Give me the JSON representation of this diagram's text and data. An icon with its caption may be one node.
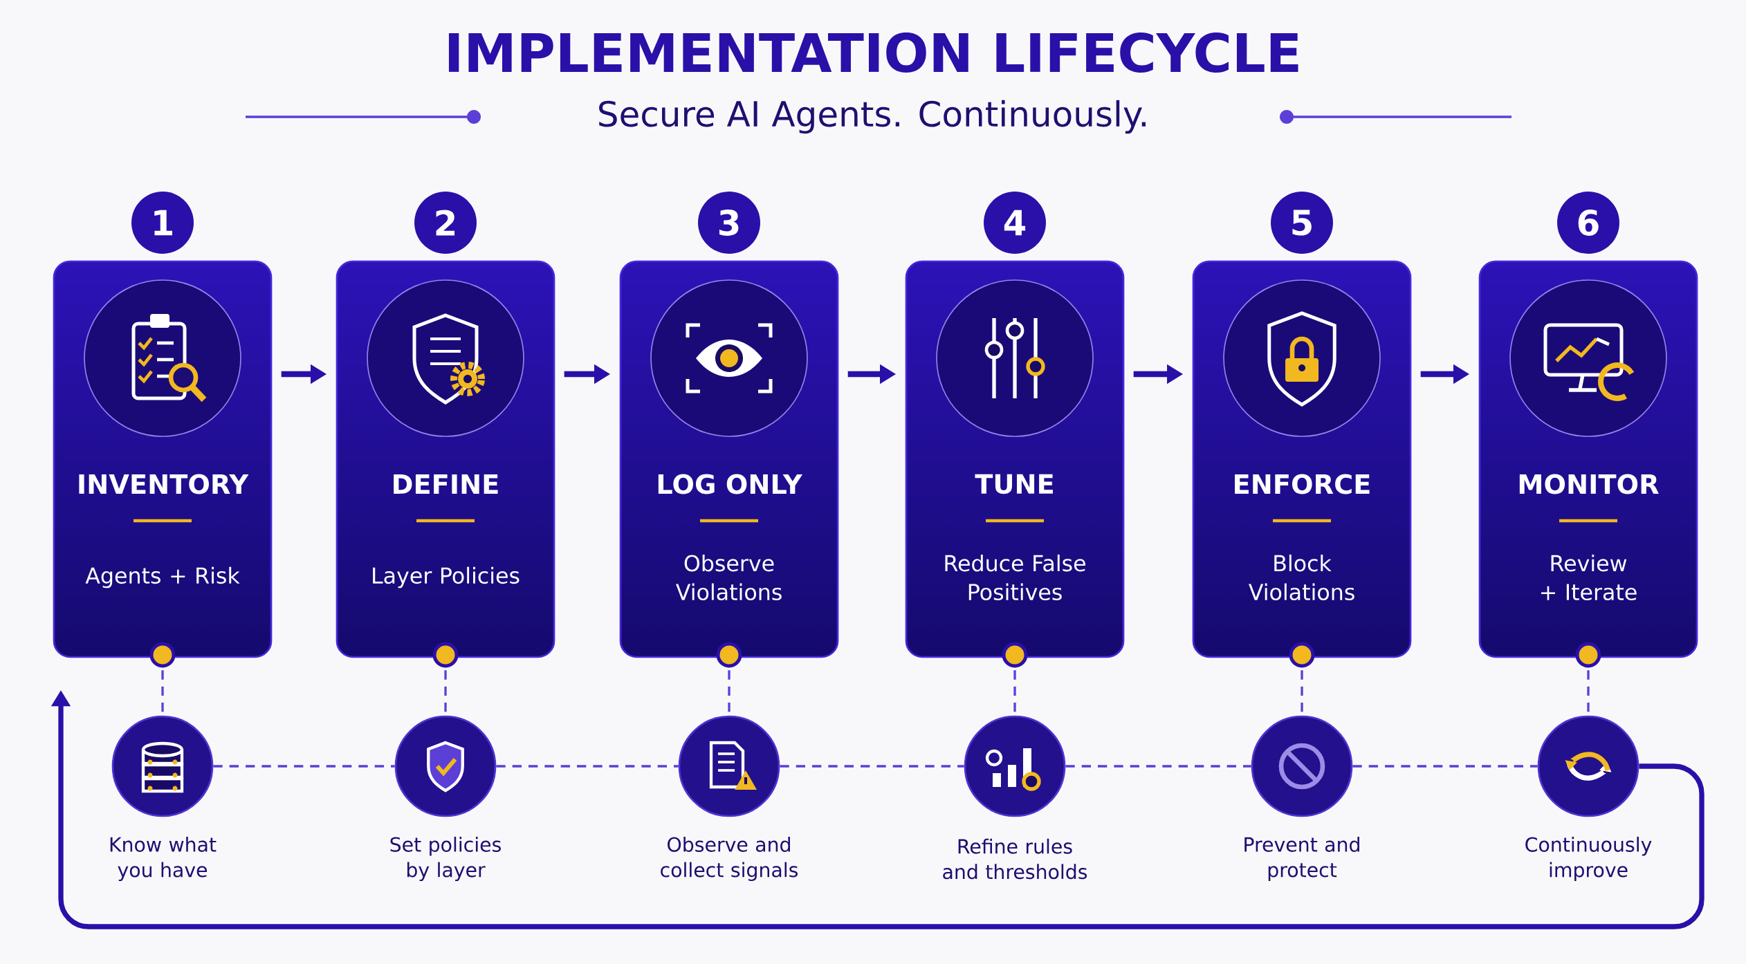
{
  "diagram": {
    "title": "IMPLEMENTATION LIFECYCLE",
    "labels": [
      "Secure AI Agents. Continuously."
    ],
    "nodes": [
      {
        "text": [
          "INVENTORY",
          "Agents + Risk"
        ],
        "beside": [
          "1"
        ]
      },
      {
        "text": [
          "DEFINE",
          "Layer Policies"
        ],
        "beside": [
          "2"
        ]
      },
      {
        "text": [
          "LOG ONLY",
          "Observe Violations"
        ],
        "beside": [
          "3"
        ]
      },
      {
        "text": [
          "TUNE",
          "Reduce False Positives"
        ],
        "beside": [
          "4"
        ]
      },
      {
        "text": [
          "ENFORCE",
          "Block Violations"
        ],
        "beside": [
          "5"
        ]
      },
      {
        "text": [
          "MONITOR",
          "Review + Iterate"
        ],
        "beside": [
          "6"
        ]
      },
      {
        "text": [],
        "shape": "circle",
        "beside": [
          "Know what you have"
        ]
      },
      {
        "text": [],
        "shape": "circle",
        "beside": [
          "Set policies by layer"
        ]
      },
      {
        "text": [],
        "shape": "circle",
        "beside": [
          "Observe and collect signals"
        ]
      },
      {
        "text": [],
        "shape": "circle",
        "beside": [
          "Refine rules and thresholds"
        ]
      },
      {
        "text": [],
        "shape": "circle",
        "beside": [
          "Prevent and protect"
        ]
      },
      {
        "text": [],
        "shape": "circle",
        "beside": [
          "Continuously improve"
        ]
      }
    ],
    "edges": [
      {
        "from": 0,
        "to": 1,
        "arrow": "to",
        "style": "thick",
        "color": "#2a10a8"
      },
      {
        "from": 1,
        "to": 2,
        "arrow": "to",
        "style": "thick",
        "color": "#2a10a8"
      },
      {
        "from": 2,
        "to": 3,
        "arrow": "to",
        "style": "thick",
        "color": "#2a10a8"
      },
      {
        "from": 3,
        "to": 4,
        "arrow": "to",
        "style": "thick",
        "color": "#2a10a8"
      },
      {
        "from": 4,
        "to": 5,
        "arrow": "to",
        "style": "thick",
        "color": "#2a10a8"
      },
      {
        "from": 0,
        "to": 6,
        "arrow": "none",
        "style": "dashed"
      },
      {
        "from": 1,
        "to": 7,
        "arrow": "none",
        "style": "dashed"
      },
      {
        "from": 2,
        "to": 8,
        "arrow": "none",
        "style": "dashed"
      },
      {
        "from": 3,
        "to": 9,
        "arrow": "none",
        "style": "dashed"
      },
      {
        "from": 4,
        "to": 10,
        "arrow": "none",
        "style": "dashed"
      },
      {
        "from": 5,
        "to": 11,
        "arrow": "none",
        "style": "dashed"
      },
      {
        "from": 6,
        "to": 7,
        "arrow": "none",
        "style": "dashed"
      },
      {
        "from": 7,
        "to": 8,
        "arrow": "none",
        "style": "dashed"
      },
      {
        "from": 8,
        "to": 9,
        "arrow": "none",
        "style": "dashed"
      },
      {
        "from": 9,
        "to": 10,
        "arrow": "none",
        "style": "dashed"
      },
      {
        "from": 10,
        "to": 11,
        "arrow": "none",
        "style": "dashed"
      },
      {
        "from": 11,
        "to": null,
        "arrow": "to",
        "style": "thick",
        "color": "#2a10a8"
      }
    ]
  }
}
